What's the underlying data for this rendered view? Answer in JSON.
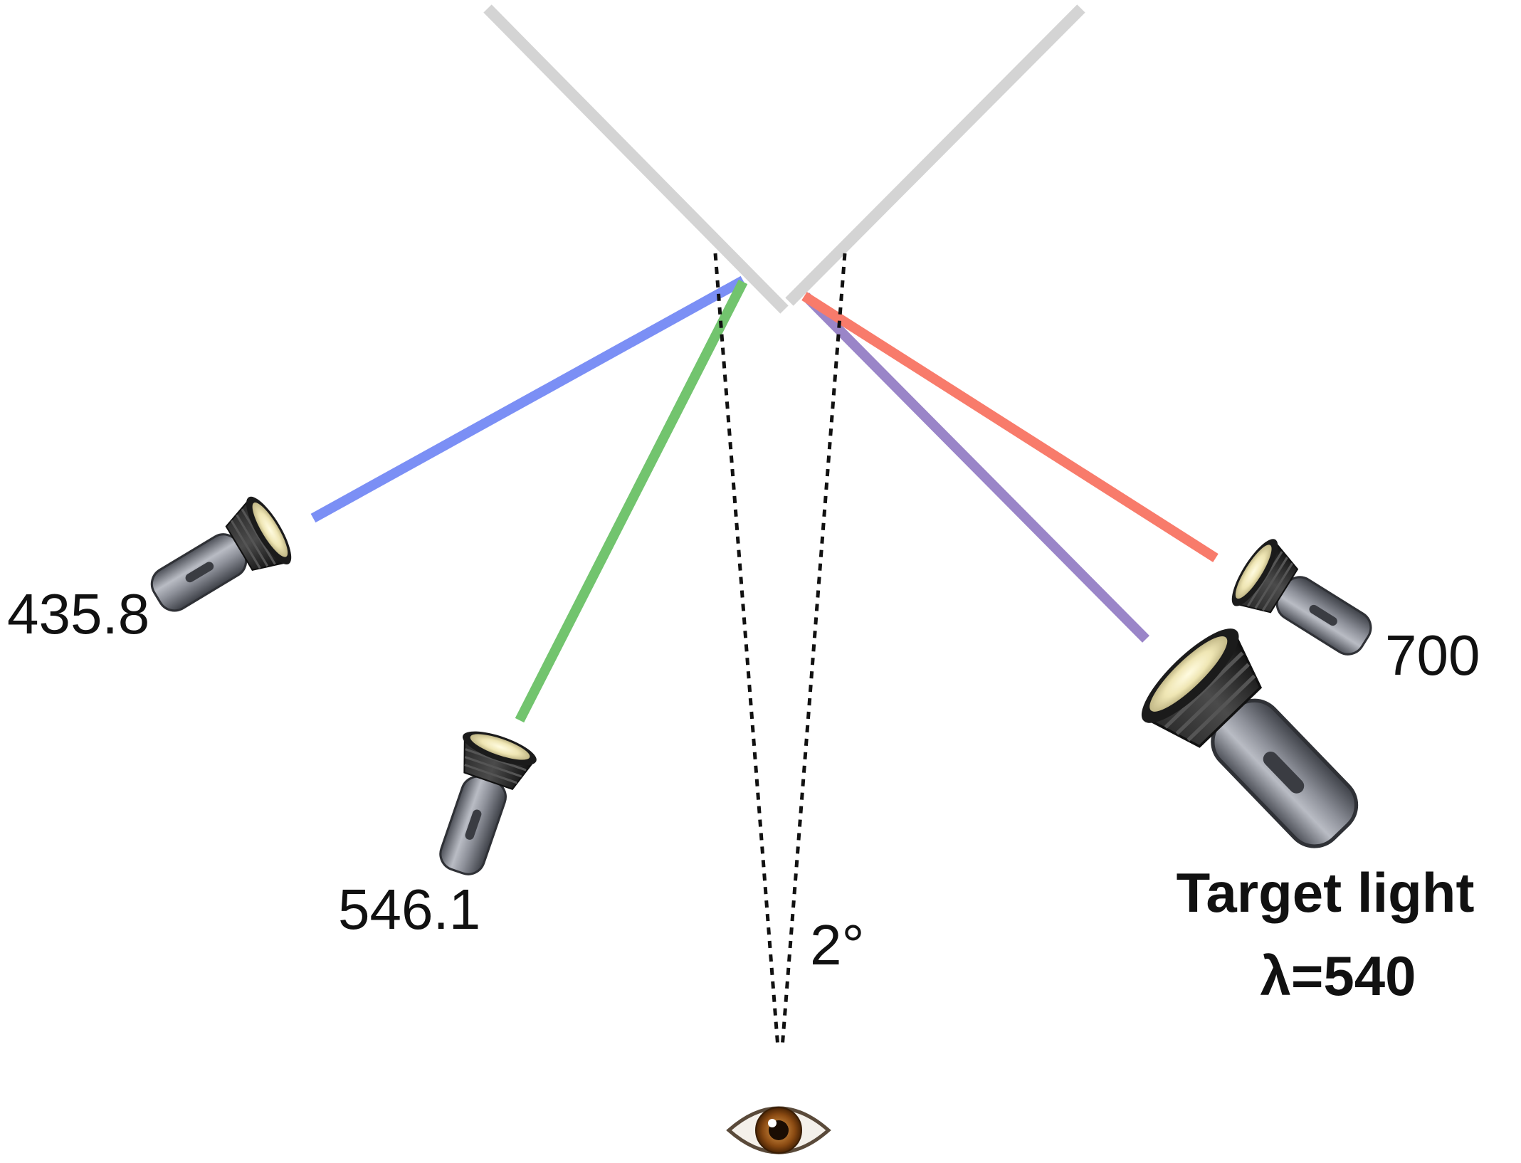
{
  "labels": {
    "blue_source": "435.8",
    "green_source": "546.1",
    "red_source": "700",
    "angle": "2°",
    "target_line1": "Target light",
    "target_line2": "λ=540"
  },
  "colors": {
    "screen": "#d4d4d4",
    "blue_beam": "#7b8ff5",
    "green_beam": "#72c46e",
    "red_beam": "#f87b6b",
    "purple_beam": "#9a85c8",
    "sightline": "#111111"
  },
  "icons": {
    "sources": "flashlight-icon",
    "observer": "eye-icon"
  }
}
